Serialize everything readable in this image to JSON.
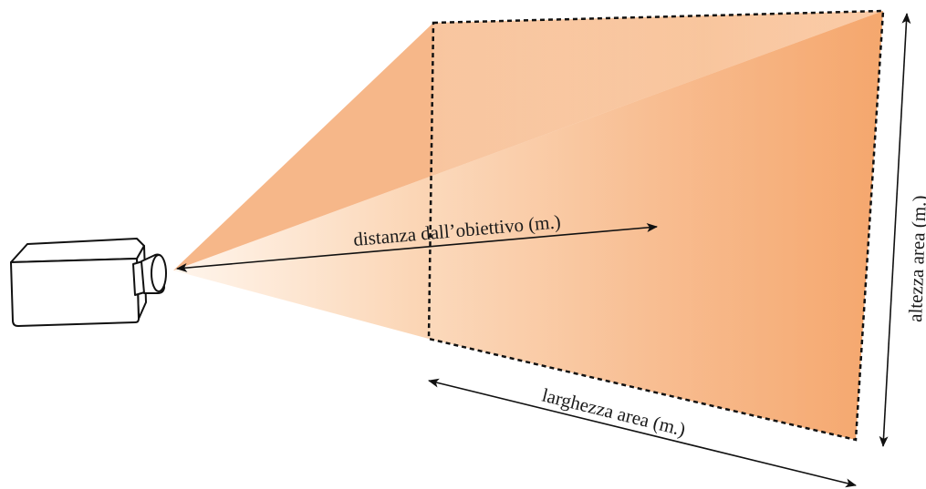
{
  "labels": {
    "distance": "distanza dall’obiettivo (m.)",
    "width": "larghezza area (m.)",
    "height": "altezza area (m.)"
  },
  "colors": {
    "beam_light": "#fde6d2",
    "beam_dark": "#f5a66c",
    "stroke": "#111111"
  },
  "icons": {
    "projector": "projector-icon"
  }
}
